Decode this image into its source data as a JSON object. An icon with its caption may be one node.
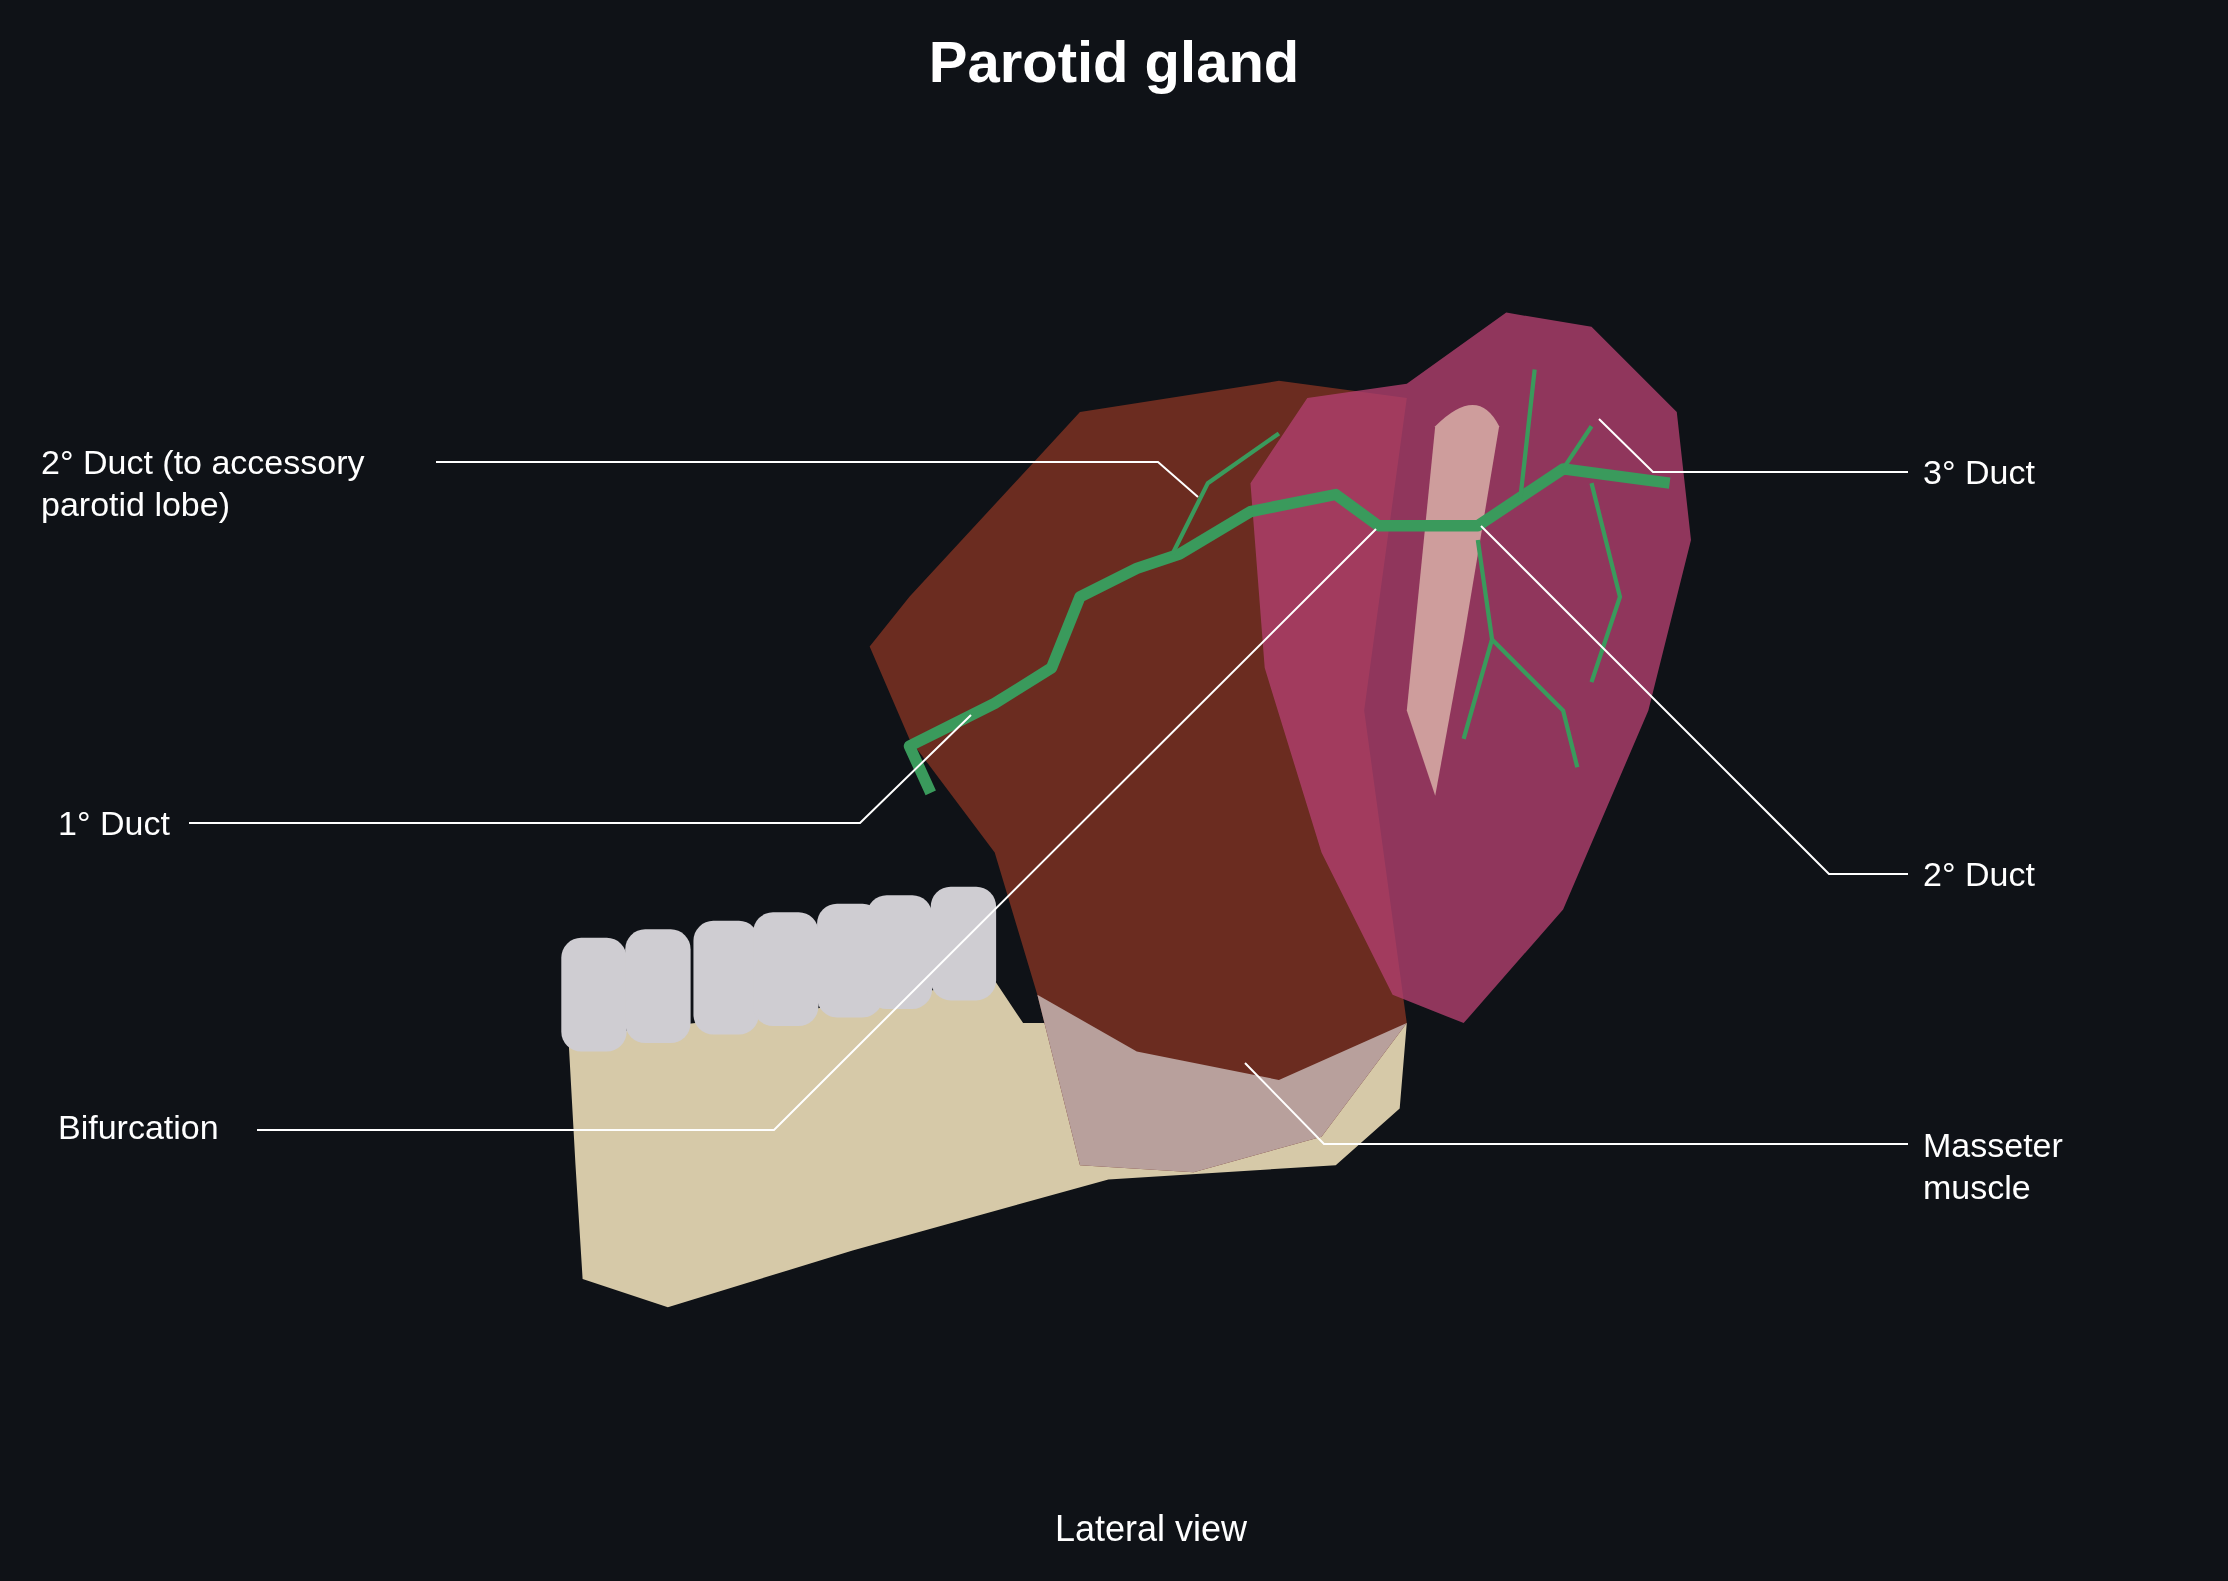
{
  "diagram": {
    "title": "Parotid gland",
    "caption": "Lateral view",
    "nodes": [
      {
        "text": [
          "2° Duct (to accessory parotid lobe)"
        ]
      },
      {
        "text": [
          "1° Duct"
        ]
      },
      {
        "text": [
          "Bifurcation"
        ]
      },
      {
        "text": [
          "3° Duct"
        ]
      },
      {
        "text": [
          "2° Duct"
        ]
      },
      {
        "text": [
          "Masseter muscle"
        ]
      }
    ],
    "edges": [
      {
        "from": 0,
        "to": null,
        "arrow": "none"
      },
      {
        "from": 1,
        "to": null,
        "arrow": "none"
      },
      {
        "from": 2,
        "to": null,
        "arrow": "none"
      },
      {
        "from": 3,
        "to": null,
        "arrow": "none"
      },
      {
        "from": 4,
        "to": null,
        "arrow": "none"
      },
      {
        "from": 5,
        "to": null,
        "arrow": "none"
      }
    ]
  }
}
